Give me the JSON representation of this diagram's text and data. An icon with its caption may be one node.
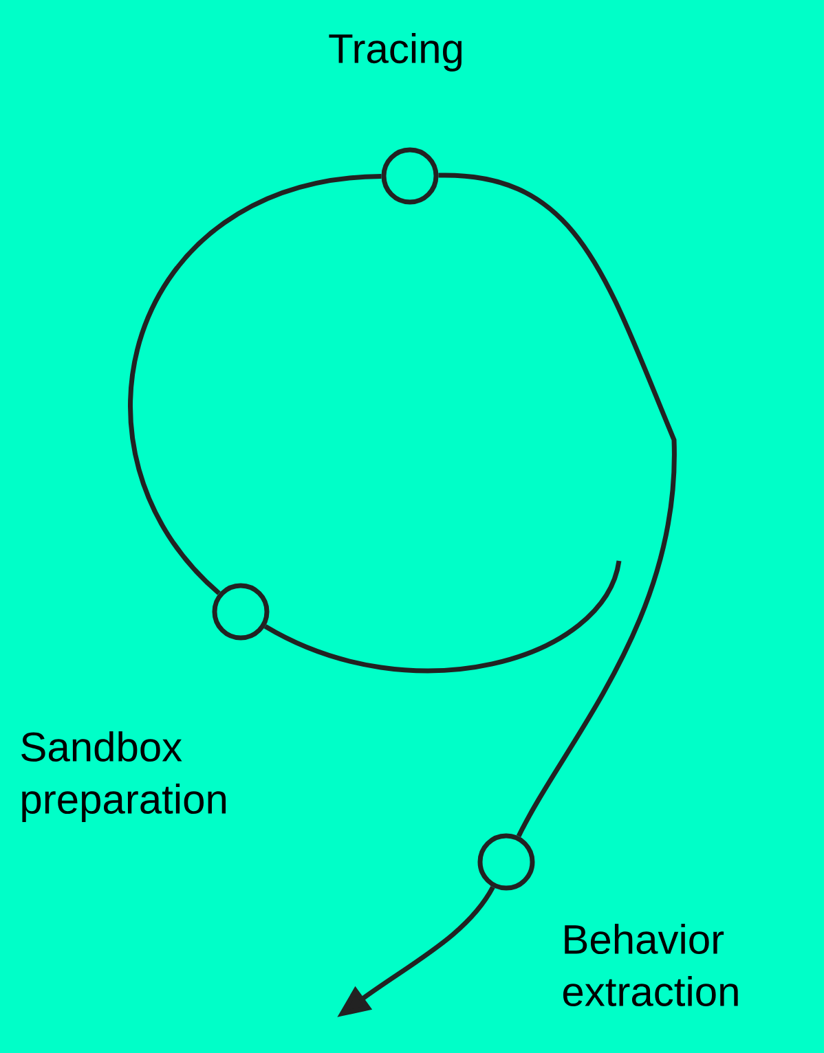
{
  "diagram": {
    "nodes": [
      {
        "text": [],
        "shape": "circle",
        "beside": [
          "Tracing"
        ]
      },
      {
        "text": [],
        "shape": "circle",
        "beside": [
          "Sandbox preparation"
        ]
      },
      {
        "text": [],
        "shape": "circle",
        "beside": [
          "Behavior extraction"
        ]
      }
    ],
    "edges": [
      {
        "from": null,
        "to": 1,
        "arrow": "none"
      },
      {
        "from": 1,
        "to": 0,
        "arrow": "none"
      },
      {
        "from": 0,
        "to": 2,
        "arrow": "none"
      },
      {
        "from": 2,
        "to": null,
        "arrow": "to"
      }
    ]
  }
}
